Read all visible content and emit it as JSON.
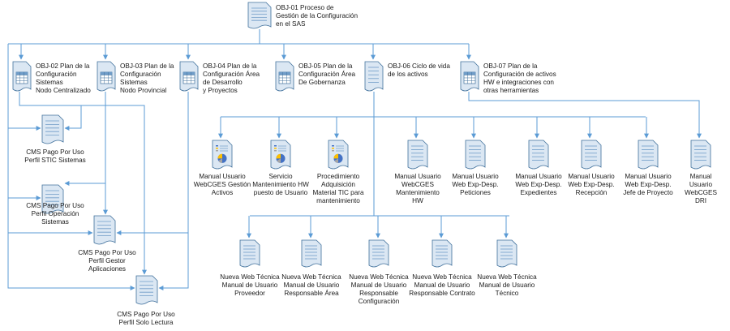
{
  "root": {
    "label": "OBJ-01 Proceso de\nGestión de la Configuración\nen el SAS"
  },
  "objectives": [
    {
      "id": "obj02",
      "label": "OBJ-02 Plan de la\nConfiguración\nSistemas\nNodo Centralizado"
    },
    {
      "id": "obj03",
      "label": "OBJ-03 Plan de la\nConfiguración\nSistemas\nNodo Provincial"
    },
    {
      "id": "obj04",
      "label": "OBJ-04 Plan de la\nConfiguración Área\nde Desarrollo\ny Proyectos"
    },
    {
      "id": "obj05",
      "label": "OBJ-05 Plan de la\nConfiguración Área\nDe Gobernanza"
    },
    {
      "id": "obj06",
      "label": "OBJ-06 Ciclo de vida\nde los activos"
    },
    {
      "id": "obj07",
      "label": "OBJ-07 Plan de la\nConfiguración de activos\nHW e integraciones con\notras herramientas"
    }
  ],
  "cms": [
    {
      "id": "cms1",
      "label": "CMS Pago Por Uso\nPerfil STIC Sistemas"
    },
    {
      "id": "cms2",
      "label": "CMS Pago Por Uso\nPerfil Operación\nSistemas"
    },
    {
      "id": "cms3",
      "label": "CMS Pago Por Uso\nPerfil Gestor\nAplicaciones"
    },
    {
      "id": "cms4",
      "label": "CMS Pago Por Uso\nPerfil Solo Lectura"
    }
  ],
  "docs": [
    {
      "id": "d1",
      "label": "Manual Usuario\nWebCGES Gestión\nActivos",
      "icon": "chart-document-icon"
    },
    {
      "id": "d2",
      "label": "Servicio\nMantenimiento  HW\npuesto de Usuario",
      "icon": "chart-document-icon"
    },
    {
      "id": "d3",
      "label": "Procedimiento\nAdquisición\nMaterial TIC para\nmantenimiento",
      "icon": "chart-document-icon"
    },
    {
      "id": "d4",
      "label": "Manual Usuario\nWebCGES\nMantenimiento\nHW",
      "icon": "document-icon"
    },
    {
      "id": "d5",
      "label": "Manual Usuario\nWeb Exp-Desp.\nPeticiones",
      "icon": "document-icon"
    },
    {
      "id": "d6",
      "label": "Manual Usuario\nWeb  Exp-Desp.\nExpedientes",
      "icon": "document-icon"
    },
    {
      "id": "d7",
      "label": "Manual Usuario\nWeb  Exp-Desp.\nRecepción",
      "icon": "document-icon"
    },
    {
      "id": "d8",
      "label": "Manual Usuario\nWeb  Exp-Desp.\nJefe de  Proyecto",
      "icon": "document-icon"
    },
    {
      "id": "d9",
      "label": "Manual Usuario\nWebCGES DRI",
      "icon": "document-icon"
    }
  ],
  "web_tech": [
    {
      "id": "w1",
      "label": "Nueva Web Técnica\nManual de Usuario\nProveedor"
    },
    {
      "id": "w2",
      "label": "Nueva Web Técnica\nManual de Usuario\nResponsable Área"
    },
    {
      "id": "w3",
      "label": "Nueva Web Técnica\nManual de Usuario\nResponsable\nConfiguración"
    },
    {
      "id": "w4",
      "label": "Nueva Web Técnica\nManual de Usuario\nResponsable Contrato"
    },
    {
      "id": "w5",
      "label": "Nueva Web Técnica\nManual de Usuario\nTécnico"
    }
  ],
  "colors": {
    "line": "#5b9bd5",
    "icon_fill": "#dbe7f3",
    "icon_stroke": "#41719c",
    "icon_lines": "#6f9cc8",
    "pie_blue": "#4472c4",
    "pie_yellow": "#ffc000",
    "pie_gray": "#a5a5a5"
  }
}
